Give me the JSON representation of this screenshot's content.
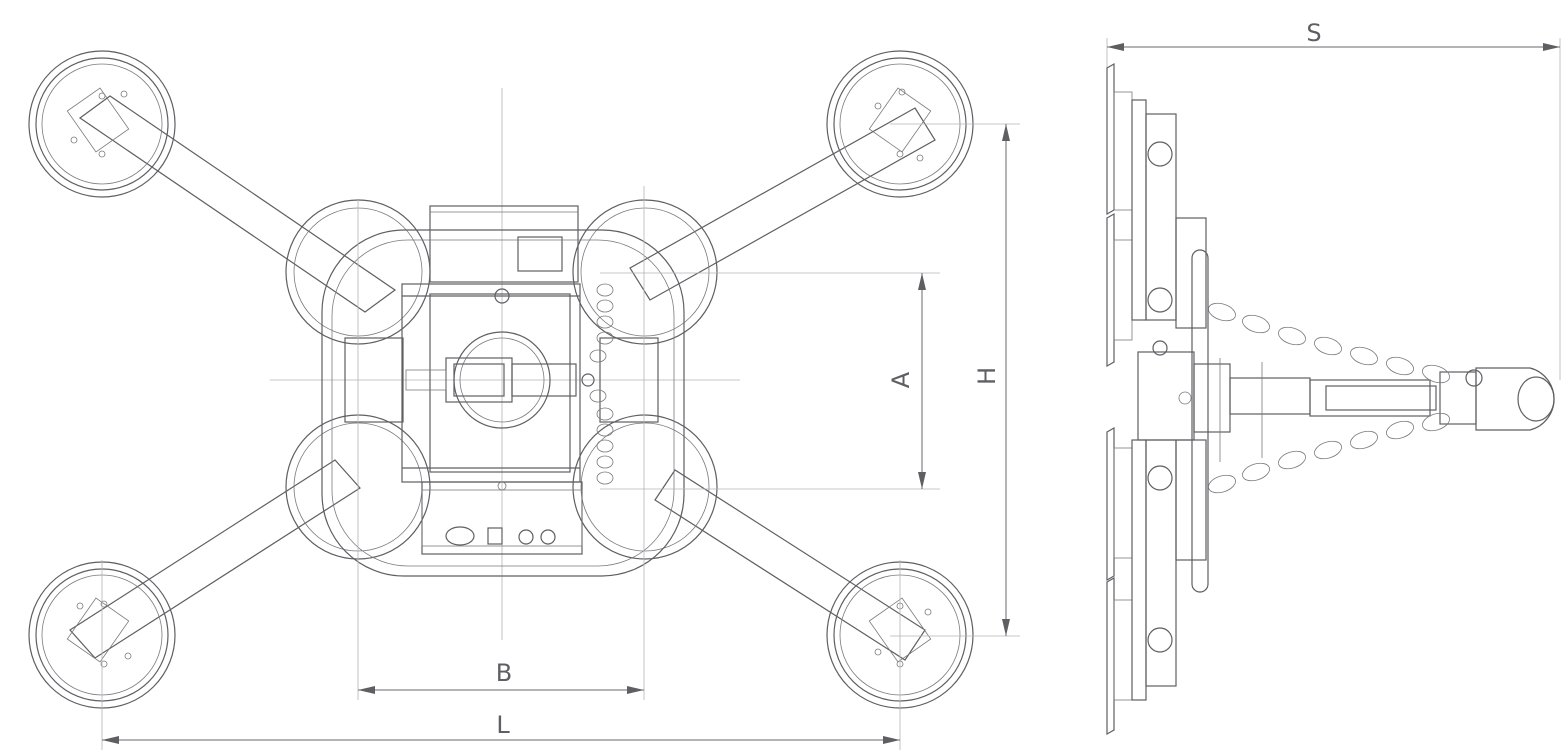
{
  "labels": {
    "A": "A",
    "B": "B",
    "H": "H",
    "L": "L",
    "S": "S"
  },
  "colors": {
    "line": "#5f5f63",
    "background": "#ffffff"
  }
}
